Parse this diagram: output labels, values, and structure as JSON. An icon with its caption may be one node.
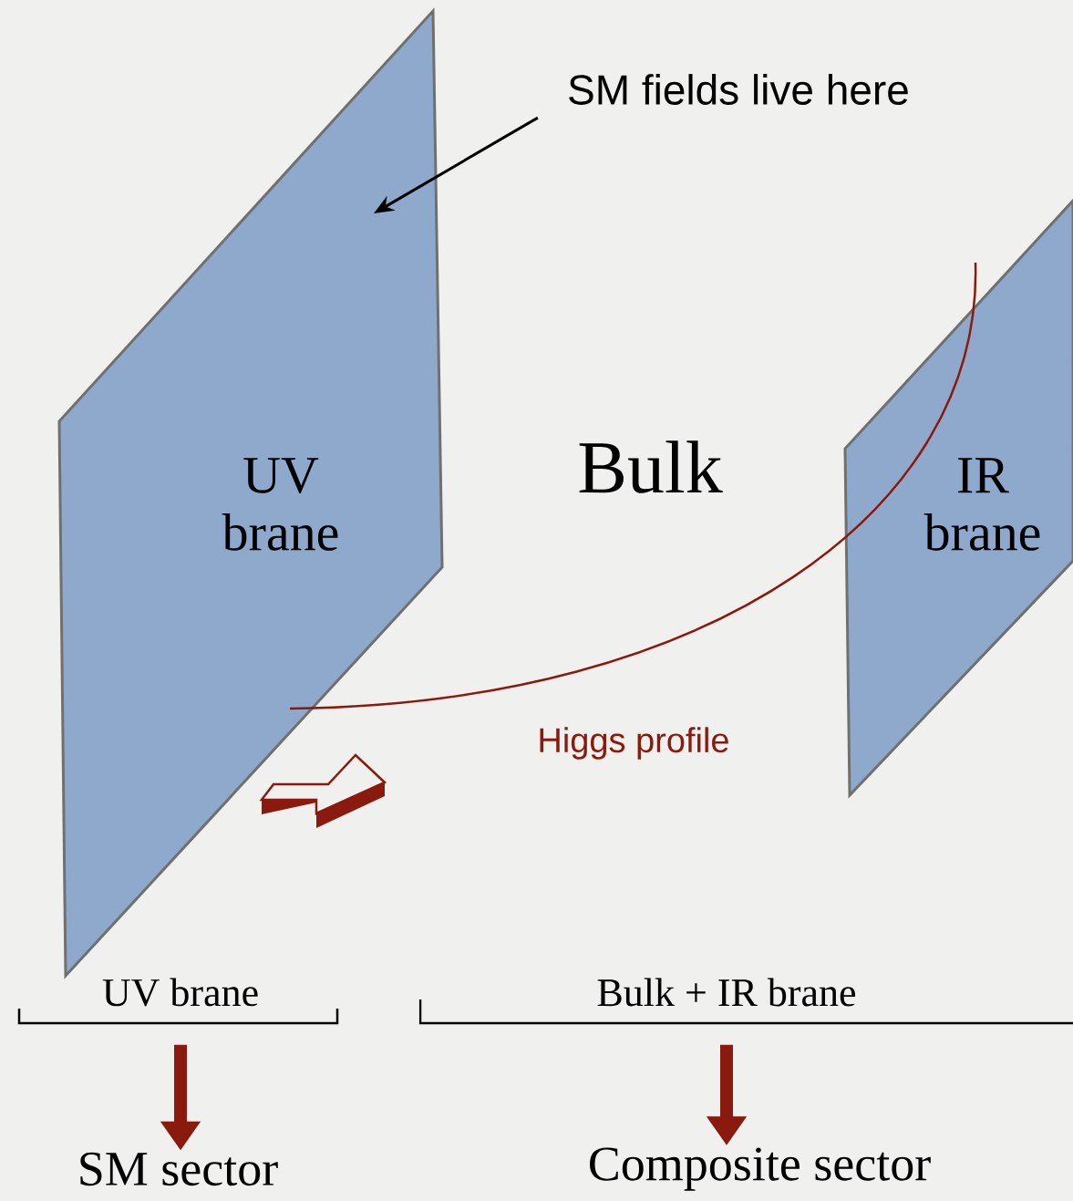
{
  "diagram": {
    "nodes": [
      {
        "text": [
          "UV brane"
        ]
      },
      {
        "text": [
          "IR brane"
        ]
      },
      {
        "text": [
          "SM fields live here"
        ]
      },
      {
        "text": [
          "UV brane"
        ]
      },
      {
        "text": [
          "SM sector"
        ]
      },
      {
        "text": [
          "Bulk + IR brane"
        ]
      },
      {
        "text": [
          "Composite sector"
        ]
      }
    ],
    "edges": [
      {
        "from": 2,
        "to": 0,
        "arrow": "to",
        "color": "#000000"
      },
      {
        "from": 3,
        "to": 4,
        "arrow": "to",
        "style": "thick"
      },
      {
        "from": 5,
        "to": 6,
        "arrow": "to",
        "style": "thick"
      },
      {
        "from": 0,
        "to": 1,
        "arrow": "none",
        "label": "Higgs profile"
      }
    ],
    "labels": [
      "Bulk"
    ]
  }
}
